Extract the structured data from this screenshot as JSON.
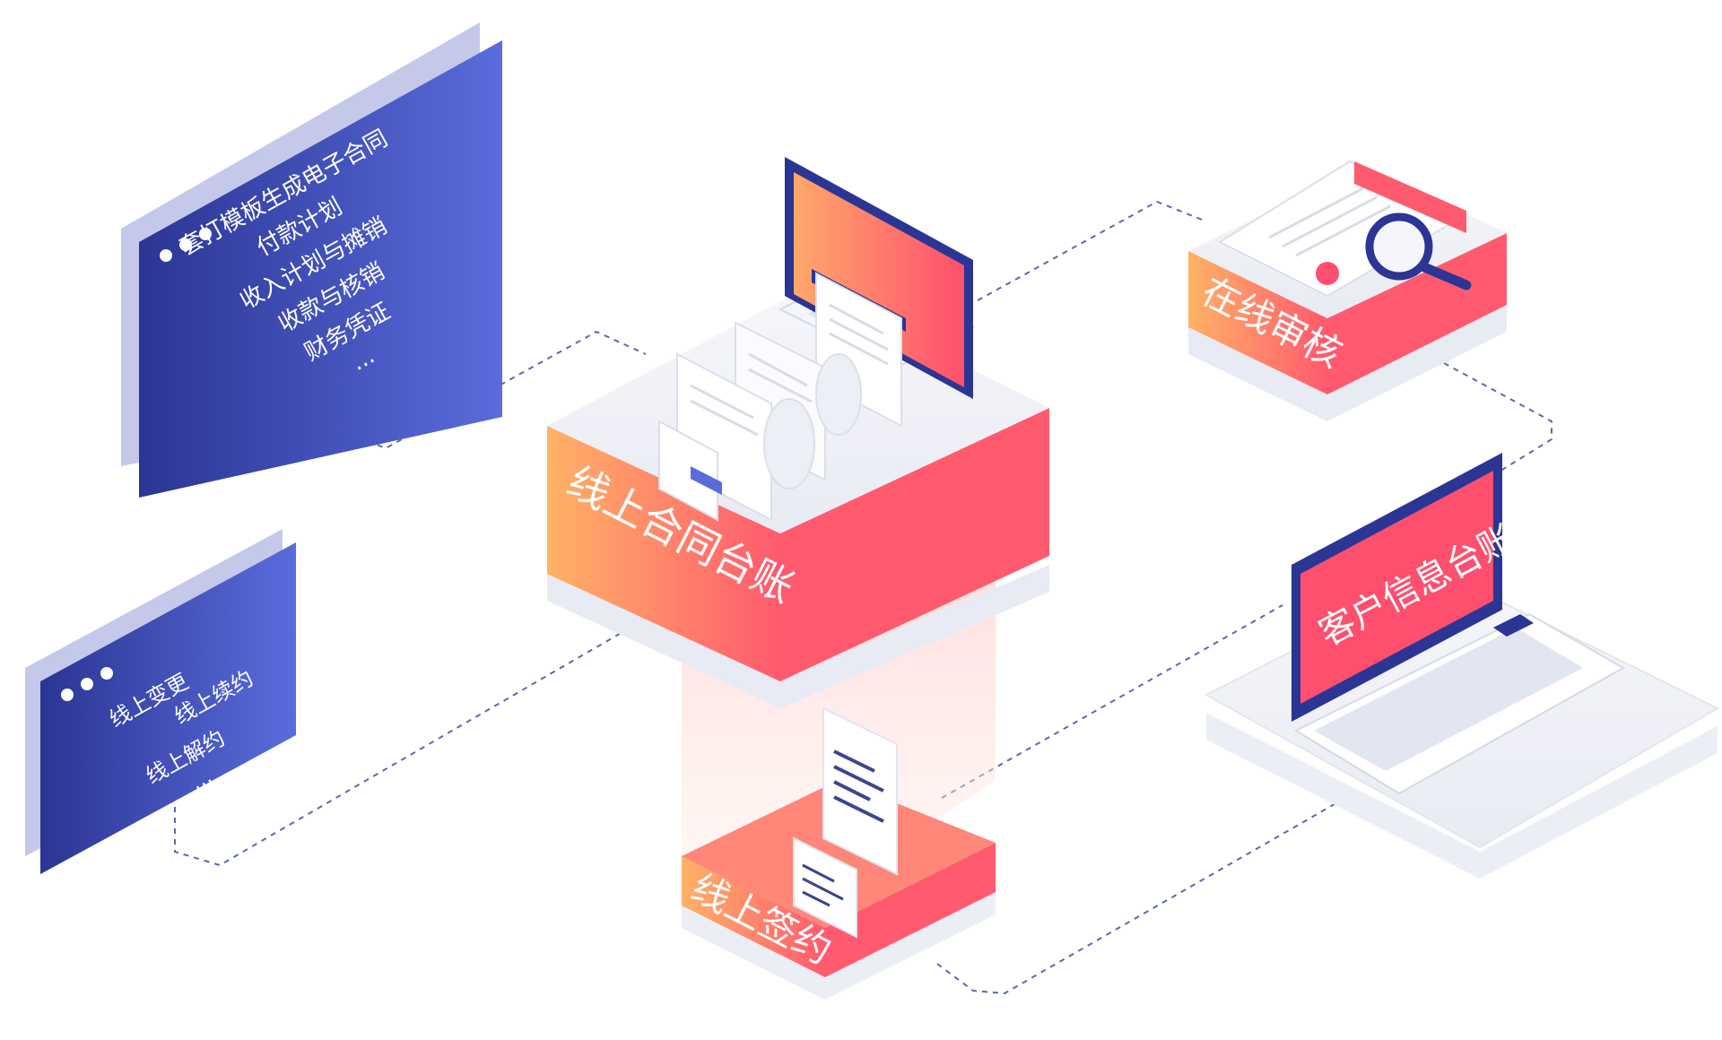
{
  "left_panel_top": {
    "items": [
      "套打模板生成电子合同",
      "付款计划",
      "收入计划与摊销",
      "收款与核销",
      "财务凭证",
      "..."
    ]
  },
  "left_panel_bottom": {
    "items": [
      "线上变更",
      "线上续约",
      "线上解约",
      "..."
    ]
  },
  "center_block": {
    "label": "线上合同台账"
  },
  "bottom_block": {
    "label": "线上签约"
  },
  "right_top_block": {
    "label": "在线审核"
  },
  "right_laptop": {
    "label": "客户信息台账"
  },
  "colors": {
    "panel_blue_dark": "#2b3a9a",
    "panel_blue_light": "#5a6cdc",
    "orange": "#ffa45a",
    "red": "#ff5a6e",
    "connector": "#5a6aa8"
  }
}
